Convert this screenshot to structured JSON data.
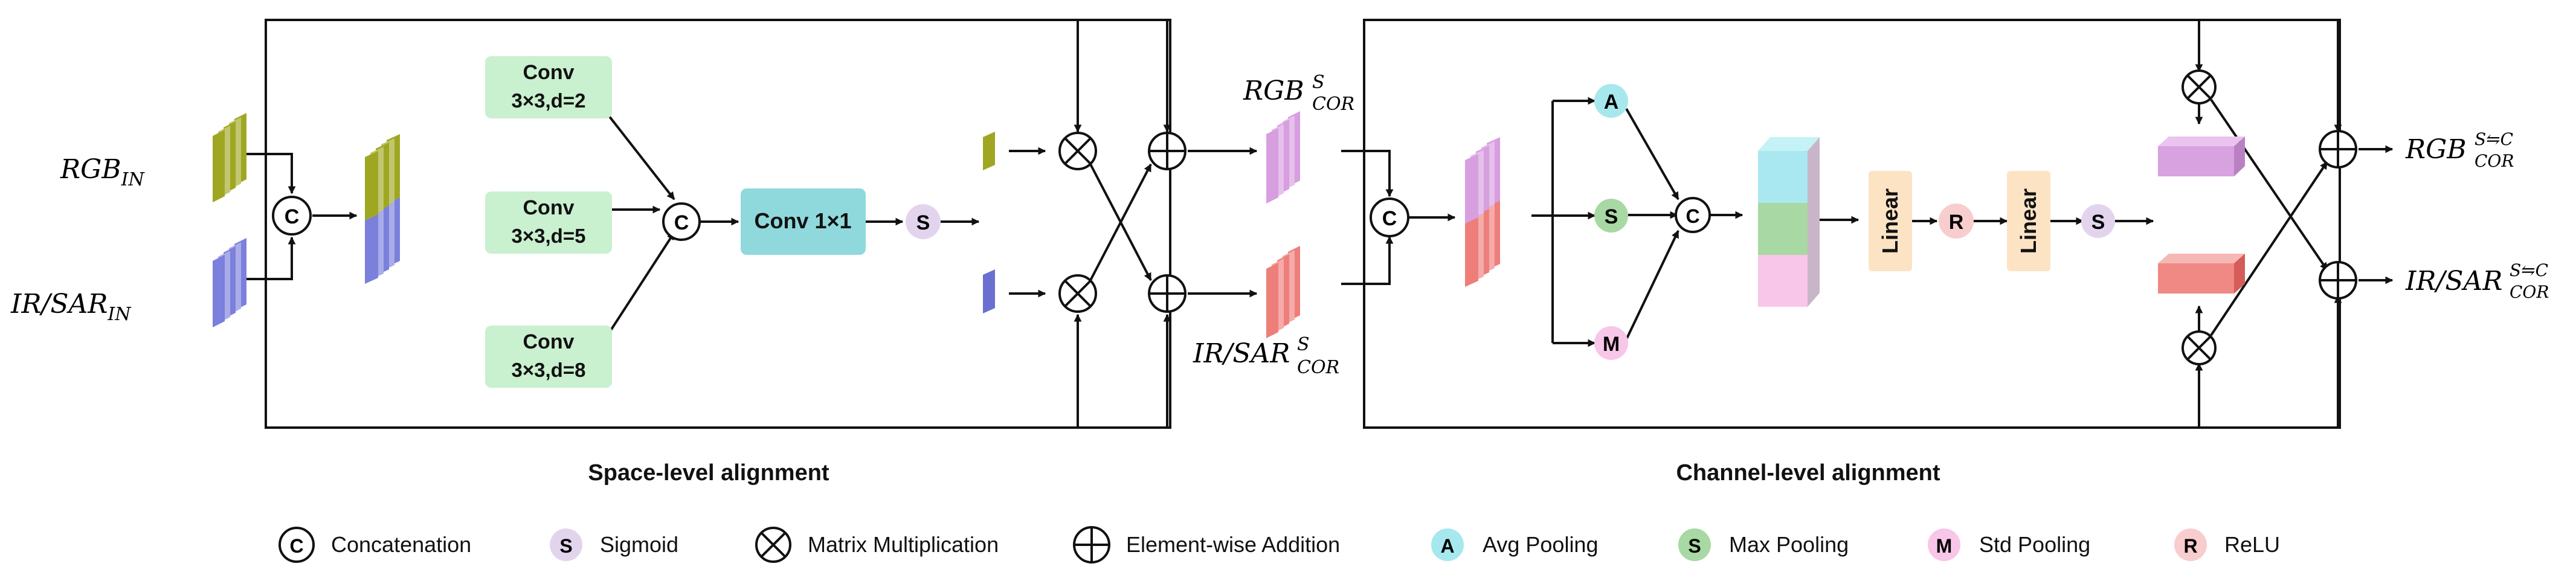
{
  "inputs": {
    "rgb_in": {
      "base": "RGB",
      "sub": "IN"
    },
    "ir_in": {
      "base": "IR/SAR",
      "sub": "IN"
    }
  },
  "intermediate": {
    "rgb_cor": {
      "base": "RGB",
      "sup": "S",
      "sub": "COR"
    },
    "ir_cor": {
      "base": "IR/SAR",
      "sup": "S",
      "sub": "COR"
    }
  },
  "outputs": {
    "rgb_out": {
      "base": "RGB",
      "sup": "S⇋C",
      "sub": "COR"
    },
    "ir_out": {
      "base": "IR/SAR",
      "sup": "S⇋C",
      "sub": "COR"
    }
  },
  "space": {
    "conv_a": {
      "line1": "Conv",
      "line2": "3×3,d=2"
    },
    "conv_b": {
      "line1": "Conv",
      "line2": "3×3,d=5"
    },
    "conv_c": {
      "line1": "Conv",
      "line2": "3×3,d=8"
    },
    "conv_1x1": "Conv 1×1",
    "caption": "Space-level alignment"
  },
  "channel": {
    "linear_1": "Linear",
    "linear_2": "Linear",
    "caption": "Channel-level alignment"
  },
  "ops": {
    "concat": "C",
    "sigmoid": "S",
    "avg": "A",
    "max": "S",
    "std": "M",
    "relu": "R"
  },
  "legend": [
    {
      "symbol": "C",
      "kind": "concat",
      "label": "Concatenation"
    },
    {
      "symbol": "S",
      "kind": "sigmoid",
      "label": "Sigmoid"
    },
    {
      "symbol": "",
      "kind": "mult",
      "label": "Matrix Multiplication"
    },
    {
      "symbol": "",
      "kind": "add",
      "label": "Element-wise Addition"
    },
    {
      "symbol": "A",
      "kind": "avg",
      "label": "Avg Pooling"
    },
    {
      "symbol": "S",
      "kind": "max",
      "label": "Max Pooling"
    },
    {
      "symbol": "M",
      "kind": "std",
      "label": "Std Pooling"
    },
    {
      "symbol": "R",
      "kind": "relu",
      "label": "ReLU"
    }
  ],
  "colors": {
    "rgb_feature": "#9fa722",
    "ir_feature": "#7b80dc",
    "rgb_cor_feature": "#d79ee0",
    "ir_cor_feature": "#ee7e7a",
    "conv_dilated": "#c9f0cf",
    "conv_1x1": "#8fd9dd",
    "sigmoid": "#e3d4ee",
    "avg": "#a6e8ee",
    "max": "#a8d8a3",
    "std": "#f8c6e8",
    "relu": "#f8cdcd",
    "linear": "#fbe3c4",
    "stroke": "#111111"
  }
}
